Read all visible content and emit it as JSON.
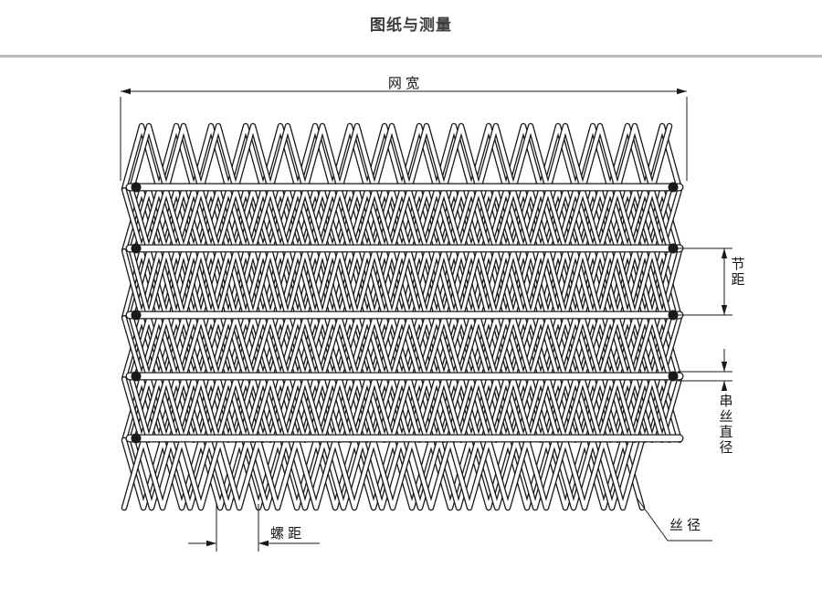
{
  "page": {
    "title": "图纸与测量"
  },
  "diagram": {
    "labels": {
      "net_width": "网 宽",
      "pitch": "节距",
      "cross_wire_diameter": "串丝直径",
      "spiral_pitch": "螺 距",
      "wire_diameter": "丝 径"
    },
    "colors": {
      "line": "#1a1a1a",
      "divider": "#b9b9b9",
      "background": "#ffffff",
      "wire_fill": "#ffffff"
    }
  }
}
